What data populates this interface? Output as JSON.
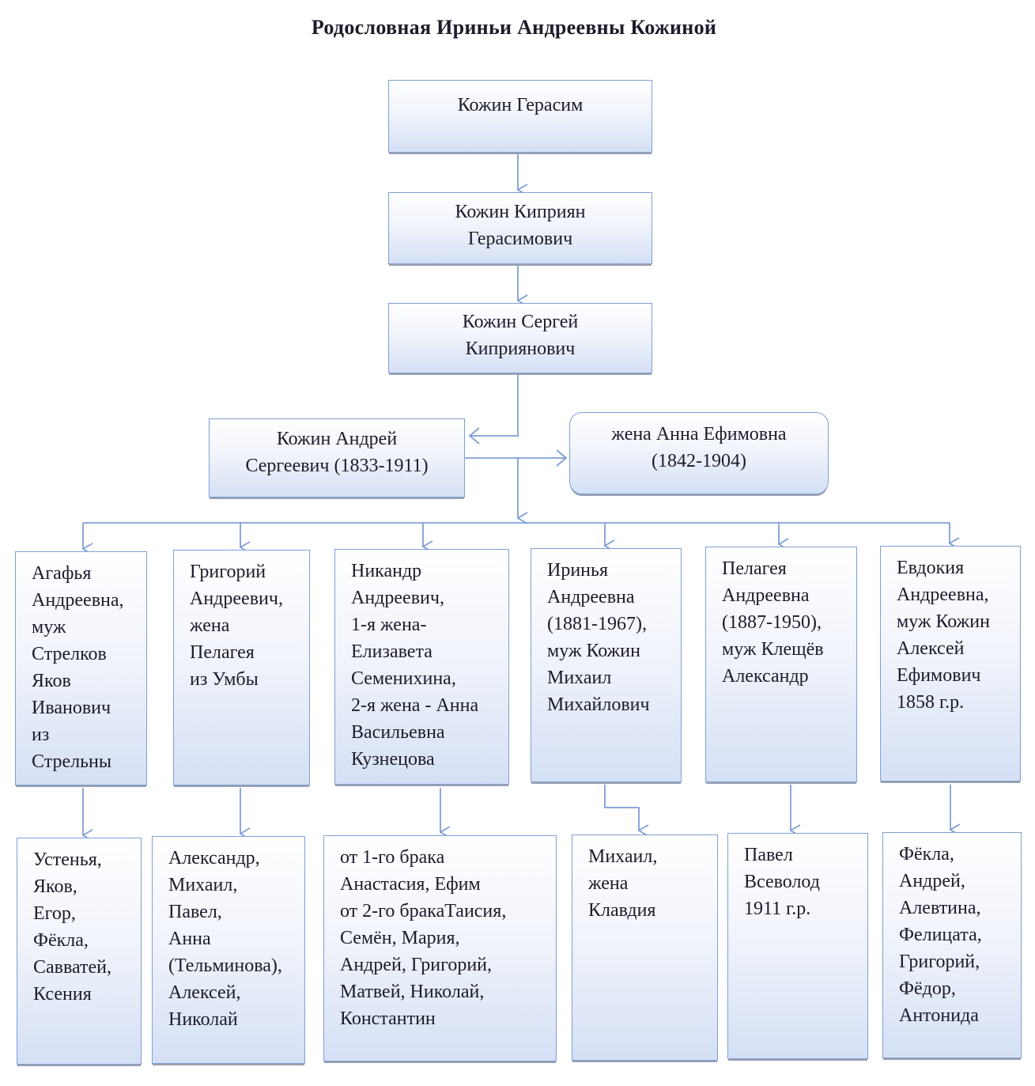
{
  "title": "Родословная Ириньи Андреевны Кожиной",
  "colors": {
    "line": "#7f9fd6",
    "box_fill_bottom": "#d5e0f5",
    "text": "#1c1c2a"
  },
  "ancestors": [
    {
      "name": "Кожин Герасим"
    },
    {
      "name": "Кожин Киприян\nГерасимович"
    },
    {
      "name": "Кожин Сергей\nКиприянович"
    }
  ],
  "couple": {
    "husband": "Кожин Андрей\nСергеевич (1833-1911)",
    "wife": "жена Анна Ефимовна\n(1842-1904)"
  },
  "children": [
    {
      "text": "Агафья\nАндреевна,\nмуж\nСтрелков\nЯков\nИванович\nиз\nСтрельны",
      "descendants": "Устенья,\nЯков,\nЕгор,\nФёкла,\nСавватей,\nКсения"
    },
    {
      "text": "Григорий\nАндреевич,\nжена\nПелагея\nиз Умбы",
      "descendants": "Александр,\nМихаил,\nПавел,\nАнна\n(Тельминова),\nАлексей,\nНиколай"
    },
    {
      "text": "Никандр\nАндреевич,\n1-я жена-\nЕлизавета\nСеменихина,\n2-я жена - Анна\nВасильевна\nКузнецова",
      "descendants": "от 1-го  брака\nАнастасия, Ефим\nот 2-го бракаТаисия,\nСемён, Мария,\nАндрей, Григорий,\nМатвей, Николай,\nКонстантин"
    },
    {
      "text": "Иринья\nАндреевна\n(1881-1967),\nмуж Кожин\nМихаил\nМихайлович",
      "descendants": "Михаил,\nжена\nКлавдия"
    },
    {
      "text": "Пелагея\nАндреевна\n(1887-1950),\nмуж Клещёв\nАлександр",
      "descendants": "Павел\nВсеволод\n1911 г.р."
    },
    {
      "text": "Евдокия\nАндреевна,\nмуж Кожин\nАлексей\nЕфимович\n1858 г.р.",
      "descendants": "Фёкла,\nАндрей,\nАлевтина,\nФелицата,\nГригорий,\nФёдор,\nАнтонида"
    }
  ]
}
